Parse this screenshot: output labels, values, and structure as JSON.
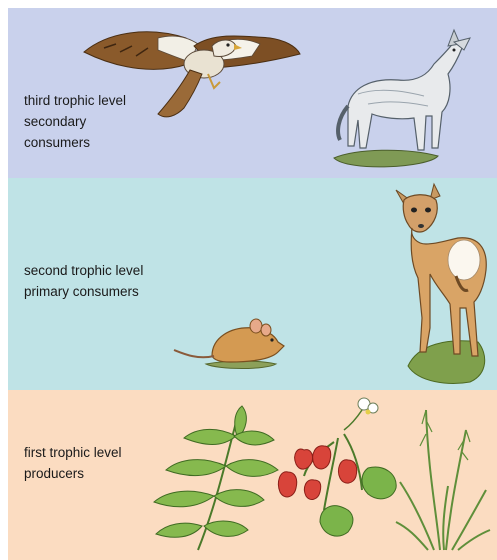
{
  "levels": [
    {
      "name": "third trophic level",
      "role_line1": "secondary",
      "role_line2": "consumers",
      "band_color": "#c9d1ec",
      "organisms": [
        "hawk",
        "wolf"
      ]
    },
    {
      "name": "second trophic level",
      "role_line1": "primary consumers",
      "band_color": "#bfe3e6",
      "organisms": [
        "mouse",
        "deer"
      ]
    },
    {
      "name": "first trophic level",
      "role_line1": "producers",
      "band_color": "#fbdcc1",
      "organisms": [
        "fern-leaf",
        "strawberry-plant",
        "grass"
      ]
    }
  ]
}
